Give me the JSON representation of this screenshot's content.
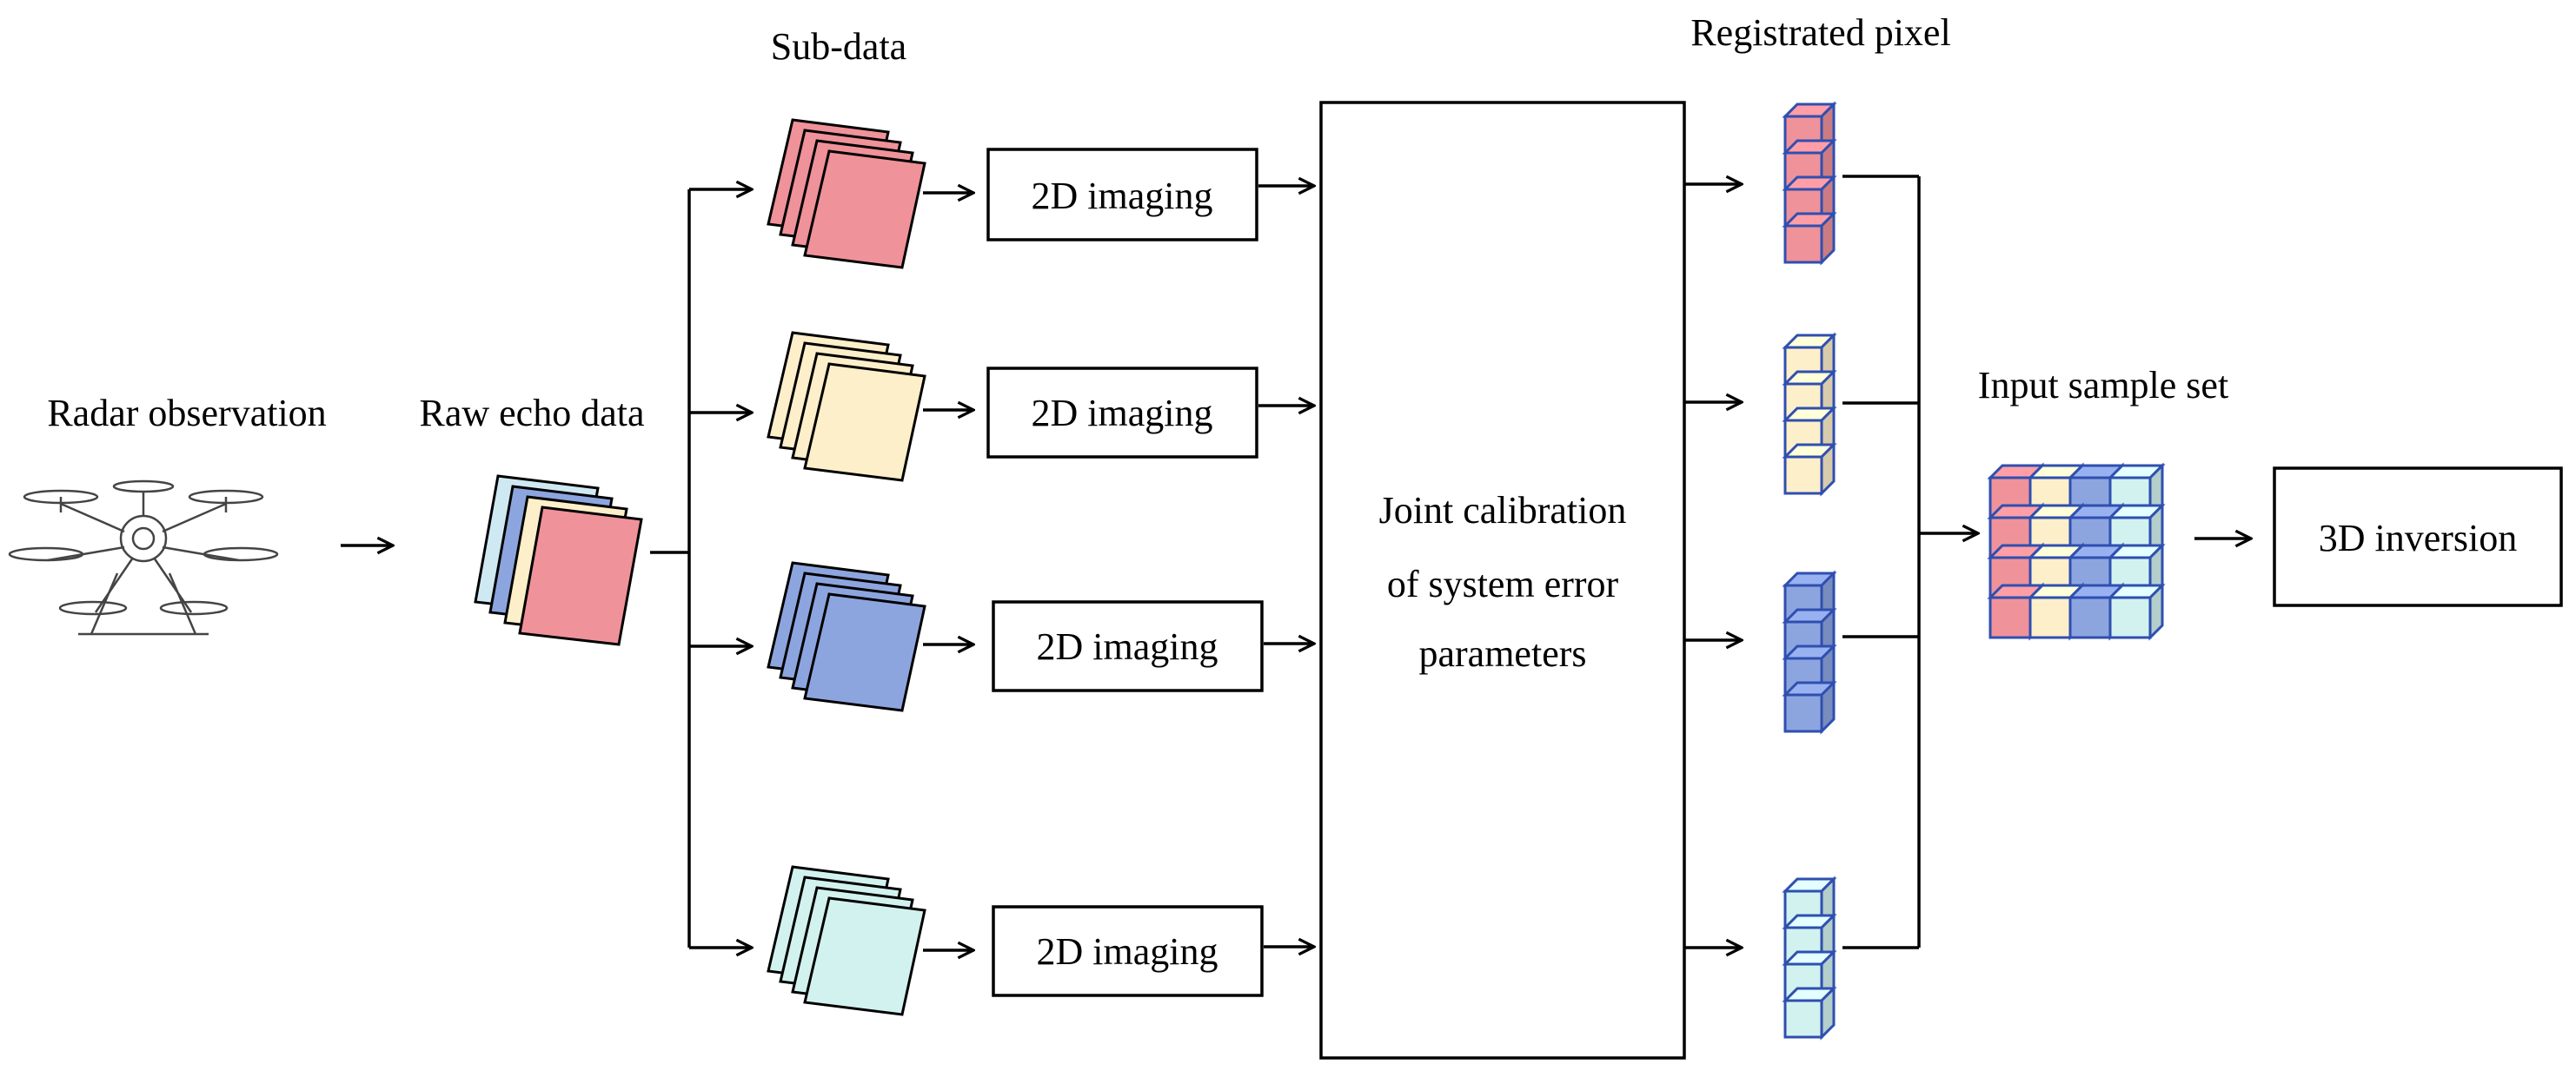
{
  "labels": {
    "radar_observation": "Radar observation",
    "raw_echo_data": "Raw echo data",
    "sub_data": "Sub-data",
    "registrated_pixel": "Registrated pixel",
    "input_sample_set": "Input sample set"
  },
  "imaging_boxes": [
    "2D imaging",
    "2D imaging",
    "2D imaging",
    "2D imaging"
  ],
  "calibration_box": {
    "line1": "Joint calibration",
    "line2": "of system error",
    "line3": "parameters"
  },
  "output_box": "3D inversion",
  "colors": {
    "red": "#ef929a",
    "yellow": "#fdefc9",
    "blue": "#8da5df",
    "cyan": "#d2f2ef",
    "outline": "#000000",
    "cube_edge": "#2f4fb0"
  },
  "icons": [
    "drone-icon",
    "stacked-sheets-icon",
    "pixel-column-icon",
    "pixel-grid-icon"
  ]
}
